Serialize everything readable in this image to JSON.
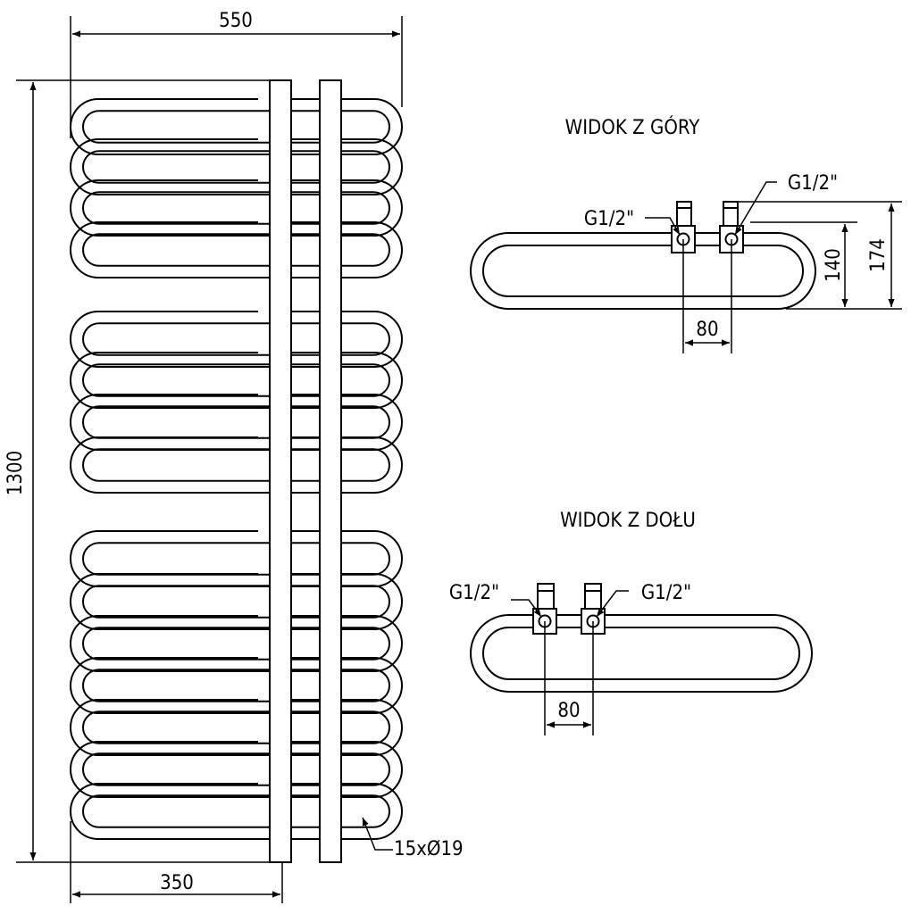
{
  "front_view": {
    "width_overall": "550",
    "height_overall": "1300",
    "width_pipes": "350",
    "pipe_spec": "15xØ19"
  },
  "top_view": {
    "title": "WIDOK Z GÓRY",
    "connector_left": "G1/2\"",
    "connector_right": "G1/2\"",
    "spacing": "80",
    "depth_1": "140",
    "depth_2": "174"
  },
  "bottom_view": {
    "title": "WIDOK Z DOŁU",
    "connector_left": "G1/2\"",
    "connector_right": "G1/2\"",
    "spacing": "80"
  },
  "colors": {
    "line": "#000000",
    "background": "#ffffff"
  }
}
